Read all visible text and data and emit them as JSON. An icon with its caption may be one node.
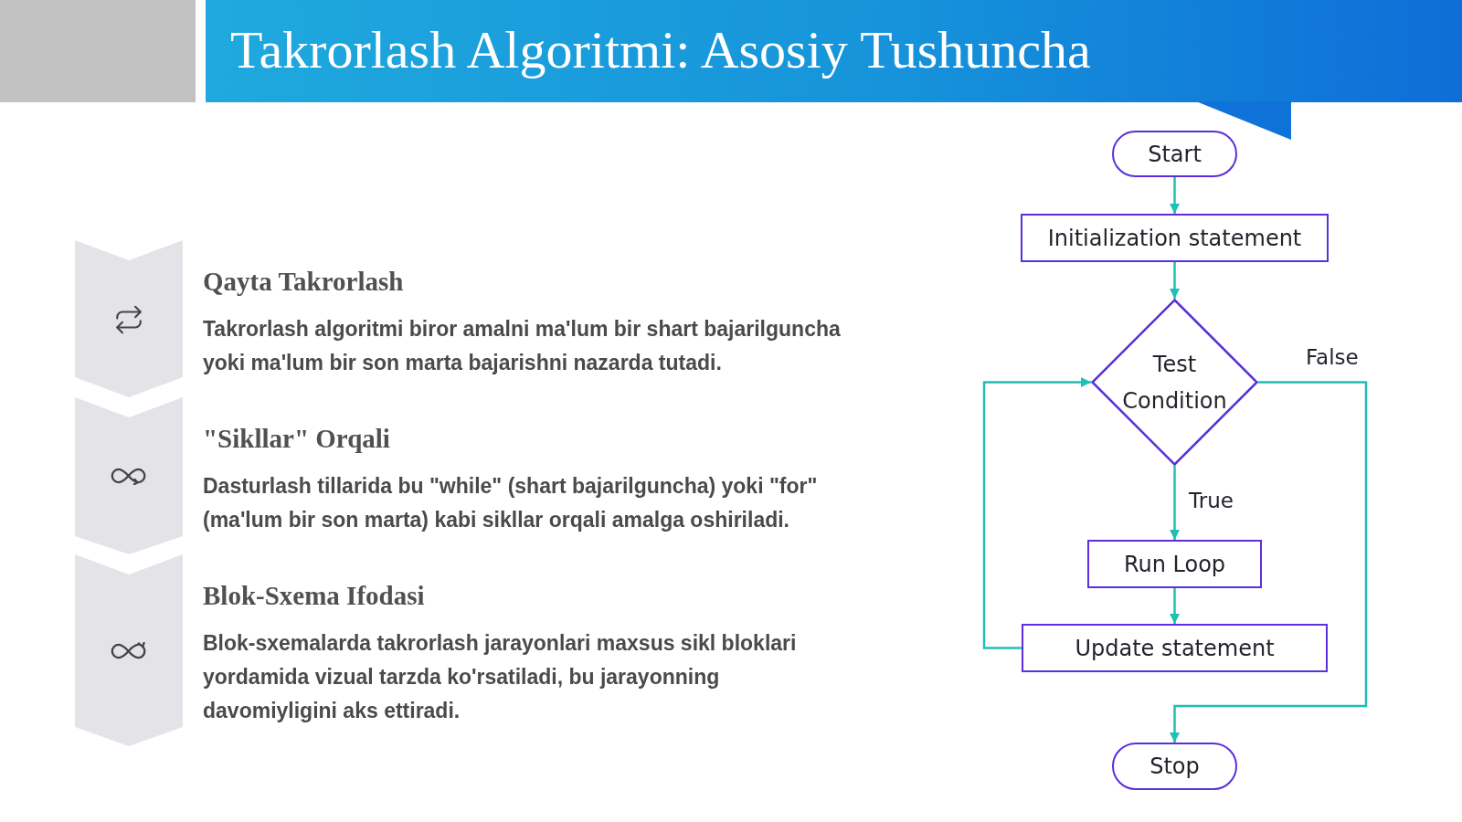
{
  "diagram": {
    "title": "Takrorlash Algoritmi: Asosiy Tushuncha",
    "nodes": [
      {
        "text": [
          "Start"
        ]
      },
      {
        "text": [
          "Initialization statement"
        ]
      },
      {
        "text": [
          "Test Condition"
        ]
      },
      {
        "text": [
          "Run Loop"
        ]
      },
      {
        "text": [
          "Update statement"
        ]
      },
      {
        "text": [
          "Stop"
        ]
      }
    ],
    "edges": [
      {
        "from": 0,
        "to": 1,
        "arrow": "to"
      },
      {
        "from": 1,
        "to": 2,
        "arrow": "to"
      },
      {
        "from": 2,
        "to": 3,
        "arrow": "to",
        "label": "True"
      },
      {
        "from": 3,
        "to": 4,
        "arrow": "to"
      },
      {
        "from": 4,
        "to": 2,
        "arrow": "to"
      },
      {
        "from": 2,
        "to": 5,
        "arrow": "to",
        "label": "False"
      }
    ],
    "labels": [
      "Qayta Takrorlash",
      "Takrorlash algoritmi biror amalni ma'lum bir shart bajarilguncha yoki ma'lum bir son marta bajarishni nazarda tutadi.",
      "\"Sikllar\" Orqali",
      "Dasturlash tillarida bu \"while\" (shart bajarilguncha) yoki \"for\" (ma'lum bir son marta) kabi sikllar orqali amalga oshiriladi.",
      "Blok-Sxema Ifodasi",
      "Blok-sxemalarda takrorlash jarayonlari maxsus sikl bloklari yordamida vizual tarzda ko'rsatiladi, bu jarayonning davomiyligini aks ettiradi."
    ]
  }
}
